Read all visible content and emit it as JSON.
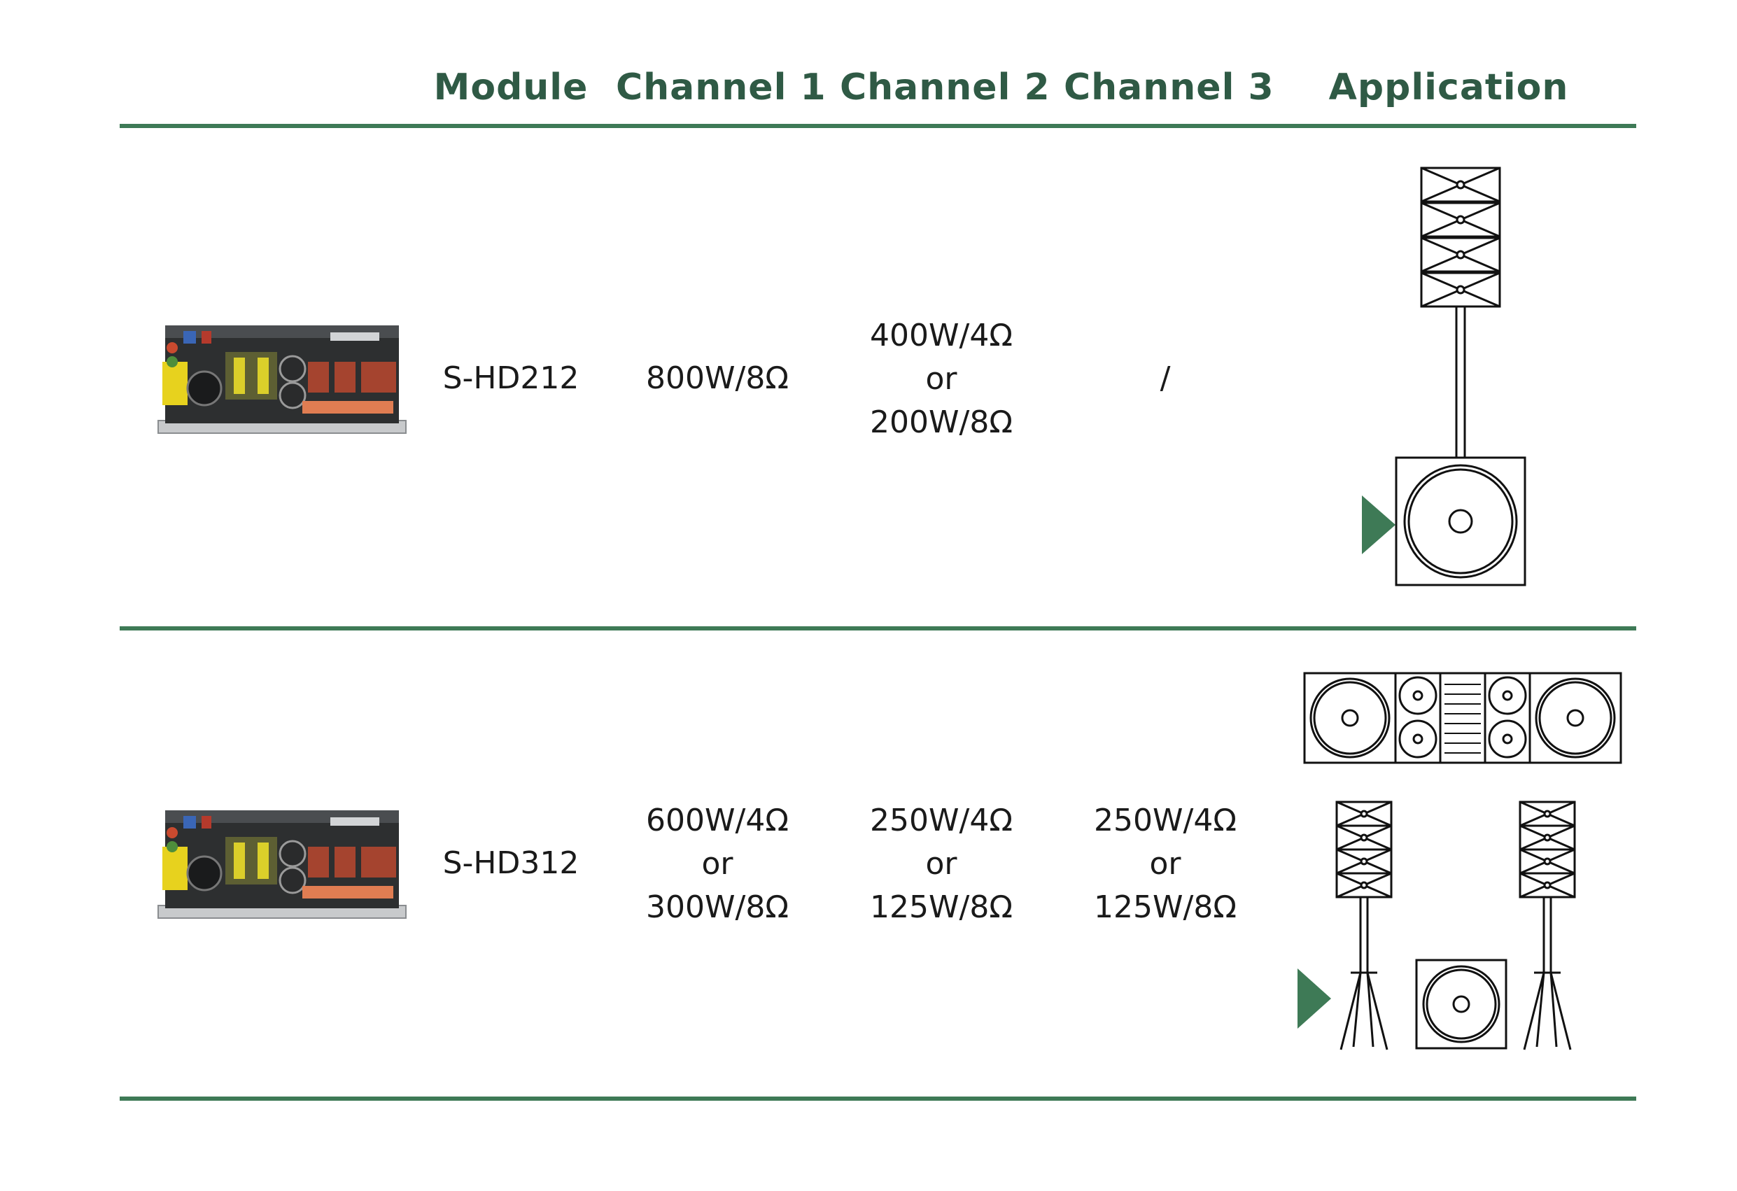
{
  "headers": {
    "module": "Module",
    "channel1": "Channel 1",
    "channel2": "Channel 2",
    "channel3": "Channel 3",
    "application": "Application"
  },
  "rows": [
    {
      "module": "S-HD212",
      "channel1": [
        "800W/8Ω"
      ],
      "channel2": [
        "400W/4Ω",
        "or",
        "200W/8Ω"
      ],
      "channel3": [
        "/"
      ]
    },
    {
      "module": "S-HD312",
      "channel1": [
        "600W/4Ω",
        "or",
        "300W/8Ω"
      ],
      "channel2": [
        "250W/4Ω",
        "or",
        "125W/8Ω"
      ],
      "channel3": [
        "250W/4Ω",
        "or",
        "125W/8Ω"
      ]
    }
  ],
  "colors": {
    "accent": "#3e7a56",
    "header_text": "#2f5a45"
  },
  "icons": [
    "amplifier-module-board-image",
    "line-array-on-subwoofer-icon",
    "stereo-line-array-tripod-icon",
    "pointer-triangle-icon"
  ]
}
